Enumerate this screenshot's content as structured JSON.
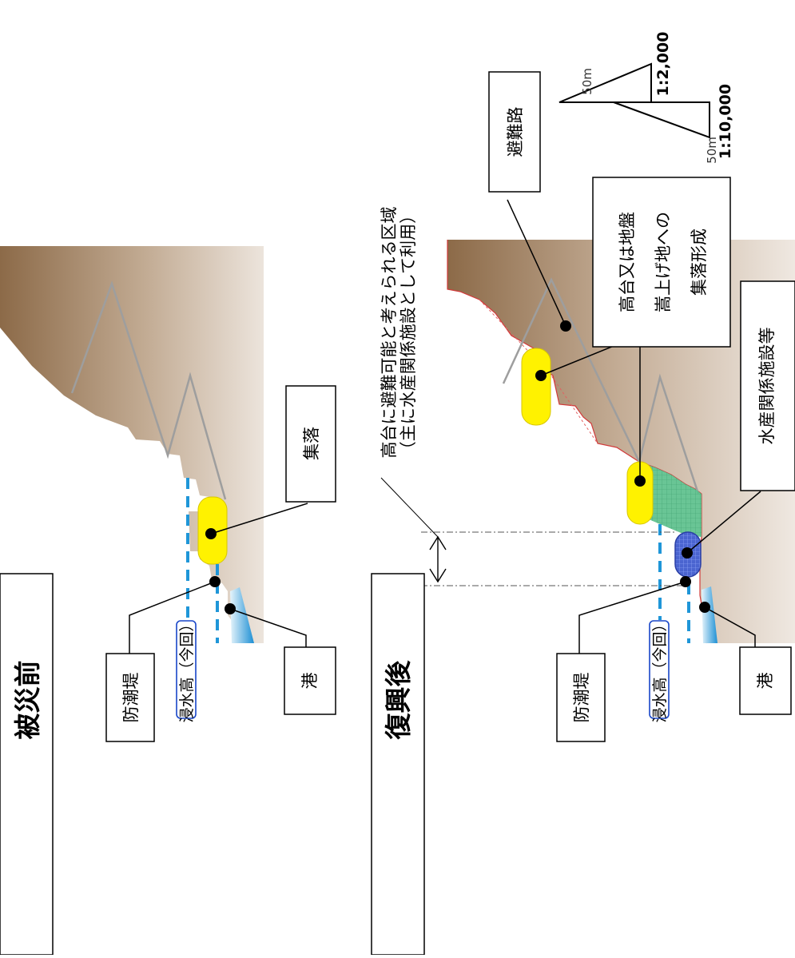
{
  "panels": {
    "before": {
      "title": "被災前",
      "labels": {
        "settlement": "集落",
        "seawall": "防潮堤",
        "flood_height": "浸水高（今回）",
        "port": "港"
      }
    },
    "after": {
      "title": "復興後",
      "labels": {
        "evacuation_route": "避難路",
        "highland_line1": "高台又は地盤",
        "highland_line2": "嵩上げ地への",
        "highland_line3": "集落形成",
        "fishery_facilities": "水産関係施設等",
        "seawall": "防潮堤",
        "flood_height": "浸水高（今回）",
        "port": "港"
      },
      "note_line1": "高台に避難可能と考えられる区域",
      "note_line2": "（主に水産関係施設として利用）"
    }
  },
  "scale": {
    "vertical_label": "50m",
    "horizontal_label": "50m",
    "vertical_ratio": "1:2,000",
    "horizontal_ratio": "1:10,000"
  },
  "colors": {
    "terrain": "#a8896c",
    "settlement": "#fff200",
    "flood_line": "#1f96d8",
    "water": "#1f96d8",
    "fishery": "#3a56c8",
    "raised_ground": "#58c38a"
  }
}
